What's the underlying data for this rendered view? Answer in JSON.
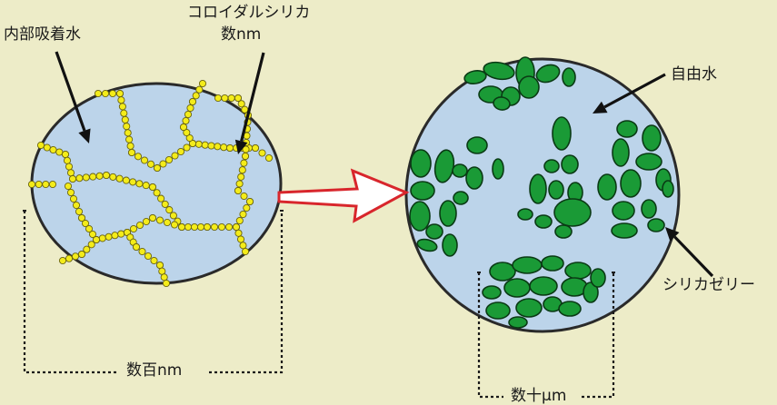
{
  "colors": {
    "background": "#edecc8",
    "water": "#bcd4ea",
    "outline": "#2a2a2a",
    "colloid_bead": "#f4ec1a",
    "silica_gel": "#1a9a36",
    "arrow_fill": "#ffffff",
    "arrow_stroke": "#d8262c"
  },
  "labels": {
    "internal_adsorbed_water": "内部吸着水",
    "colloidal_silica": "コロイダルシリカ",
    "colloidal_silica_size": "数nm",
    "free_water": "自由水",
    "silica_gel": "シリカゼリー",
    "left_scale": "数百nm",
    "right_scale": "数十μm"
  },
  "icons": {
    "transform_arrow": "right-arrow-icon",
    "pointer_arrows": "pointer-arrow-icon"
  }
}
